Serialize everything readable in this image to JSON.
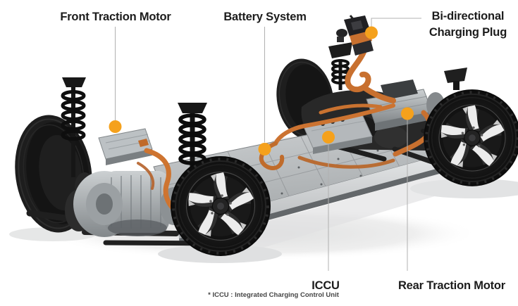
{
  "diagram": {
    "subject": "electric-vehicle-skateboard-platform-cutaway",
    "background": "#FFFFFF",
    "accent_color": "#F5A11C",
    "leader_line_color": "#B0B0B0",
    "label_color": "#1C1C1C",
    "marker": {
      "shape": "filled-circle",
      "count": 5
    },
    "labels": [
      {
        "id": "front-traction-motor",
        "text": "Front Traction Motor"
      },
      {
        "id": "battery-system",
        "text": "Battery System"
      },
      {
        "id": "bi-directional-charging-plug",
        "lines": [
          "Bi-directional",
          "Charging Plug"
        ]
      },
      {
        "id": "iccu",
        "text": "ICCU"
      },
      {
        "id": "rear-traction-motor",
        "text": "Rear Traction Motor"
      }
    ],
    "footnote": "* ICCU : Integrated Charging Control Unit"
  }
}
